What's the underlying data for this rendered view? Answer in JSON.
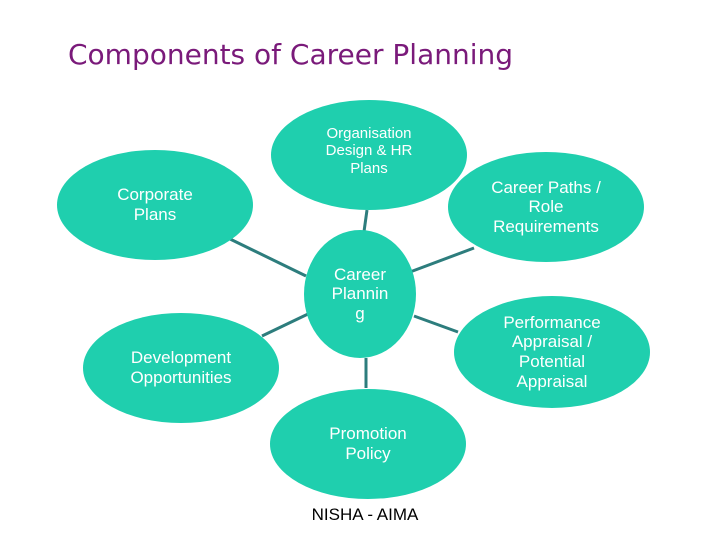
{
  "title": "Components of Career Planning",
  "footer": "NISHA - AIMA",
  "colors": {
    "title": "#7a1a7a",
    "node_fill": "#1fcfae",
    "node_text": "#ffffff",
    "connector": "#2d7d7d"
  },
  "diagram": {
    "center": {
      "label": "Career\nPlannin\ng"
    },
    "satellites": [
      {
        "id": "org-design",
        "label": "Organisation\nDesign & HR\nPlans"
      },
      {
        "id": "corporate-plans",
        "label": "Corporate\nPlans"
      },
      {
        "id": "career-paths",
        "label": "Career Paths /\nRole\nRequirements"
      },
      {
        "id": "development",
        "label": "Development\nOpportunities"
      },
      {
        "id": "performance",
        "label": "Performance\nAppraisal /\nPotential\nAppraisal"
      },
      {
        "id": "promotion",
        "label": "Promotion\nPolicy"
      }
    ]
  }
}
